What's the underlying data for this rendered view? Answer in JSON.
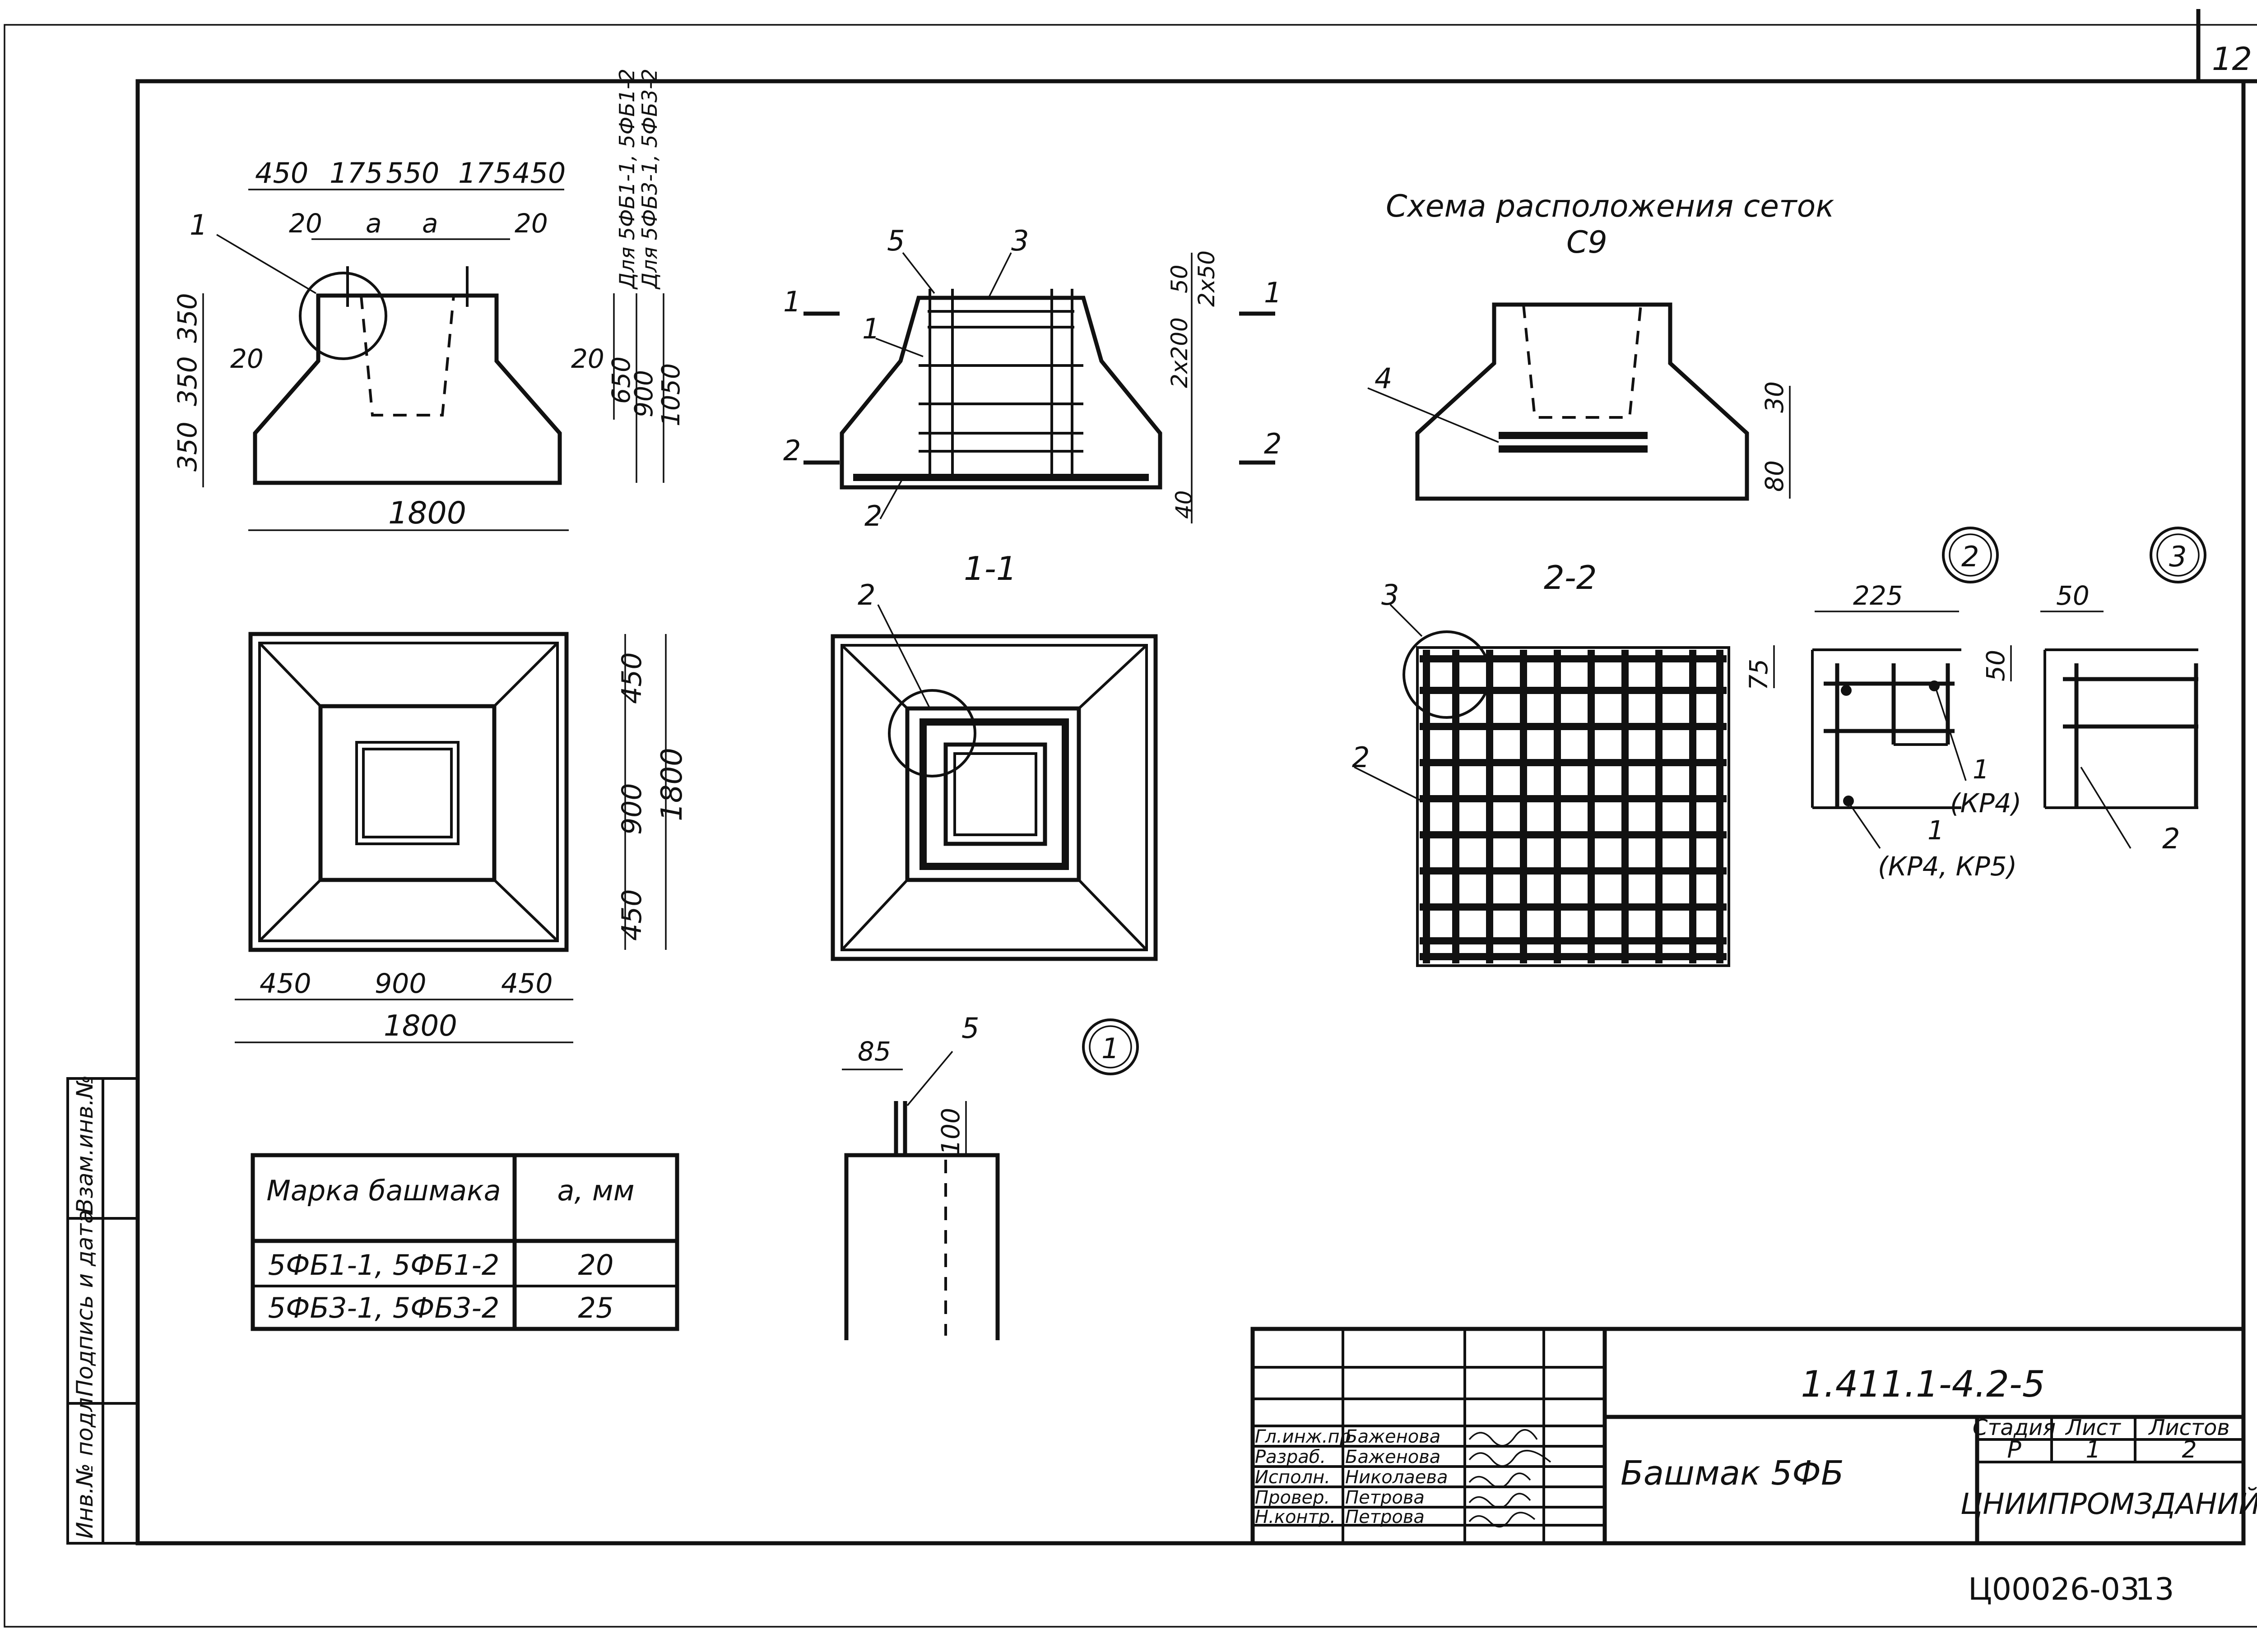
{
  "sheet": {
    "number": "12",
    "page_code": "Ц00026-03",
    "page_number": "13"
  },
  "elevation": {
    "top_dims": [
      "450",
      "175",
      "550",
      "175",
      "450"
    ],
    "top_dims2": [
      "20",
      "a",
      "a",
      "20"
    ],
    "left_dims": [
      "350",
      "350",
      "350"
    ],
    "inner_dims": [
      "20",
      "20"
    ],
    "right_dims": [
      "650",
      "900",
      "1050"
    ],
    "side_notes": [
      "Для 5ФБ1-1, 5ФБ1-2",
      "Для 5ФБ3-1, 5ФБ3-2"
    ],
    "bottom_dim": "1800",
    "callout": "1"
  },
  "plan": {
    "right_dims": [
      "450",
      "900",
      "450"
    ],
    "right_total": "1800",
    "bottom_dims": [
      "450",
      "900",
      "450"
    ],
    "bottom_total": "1800"
  },
  "section_view": {
    "callouts": [
      "5",
      "3",
      "1",
      "2"
    ],
    "cut_marks": [
      "1",
      "1",
      "2",
      "2"
    ],
    "right_dims": [
      "50",
      "2x50",
      "2x200"
    ],
    "bottom_dim": "40"
  },
  "section_1_1": {
    "title": "1-1",
    "callout": "2"
  },
  "mesh_scheme": {
    "title": "Схема расположения сеток",
    "subtitle": "С9",
    "callout": "4",
    "dims": [
      "30",
      "80"
    ]
  },
  "section_2_2": {
    "title": "2-2",
    "callouts": [
      "3",
      "2"
    ]
  },
  "node_1": {
    "label": "1",
    "dims": [
      "85",
      "100"
    ],
    "callout": "5"
  },
  "node_2": {
    "label": "2",
    "dims": [
      "225",
      "75"
    ],
    "callout_a": "1",
    "note_a": "(КР4)",
    "callout_b": "1",
    "note_b": "(КР4, КР5)"
  },
  "node_3": {
    "label": "3",
    "dims": [
      "50",
      "50"
    ],
    "callout": "2"
  },
  "table": {
    "headers": [
      "Марка башмака",
      "a, мм"
    ],
    "rows": [
      [
        "5ФБ1-1, 5ФБ1-2",
        "20"
      ],
      [
        "5ФБ3-1, 5ФБ3-2",
        "25"
      ]
    ]
  },
  "title_block": {
    "doc_code": "1.411.1-4.2-5",
    "drawing_name": "Башмак 5ФБ",
    "stage_header": "Стадия",
    "sheet_header": "Лист",
    "sheets_header": "Листов",
    "stage": "Р",
    "sheet": "1",
    "sheets": "2",
    "organization": "ЦНИИПРОМЗДАНИЙ",
    "staff": [
      {
        "role": "Гл.инж.пр",
        "name": "Баженова"
      },
      {
        "role": "Разраб.",
        "name": "Баженова"
      },
      {
        "role": "Исполн.",
        "name": "Николаева"
      },
      {
        "role": "Провер.",
        "name": "Петрова"
      },
      {
        "role": "Н.контр.",
        "name": "Петрова"
      }
    ]
  },
  "side_stamp": [
    "Инв.№ подл.",
    "Подпись и дата",
    "Взам.инв.№"
  ]
}
